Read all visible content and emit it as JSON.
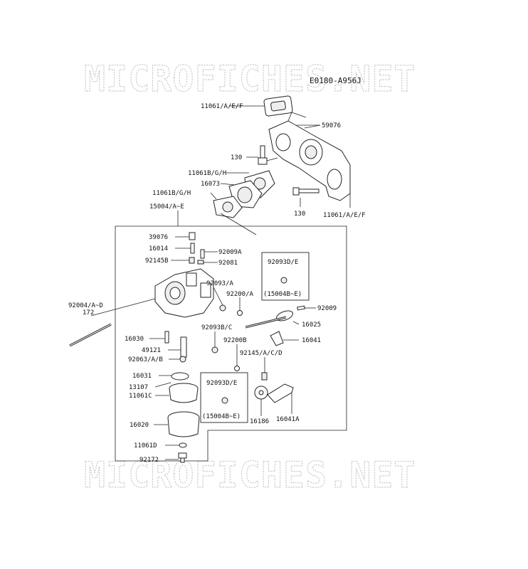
{
  "watermark": {
    "text": "MICROFICHES.NET"
  },
  "diagram_code": "E0180-A956J",
  "labels": {
    "gasket_top": "11061/A/E/F",
    "manifold": "59076",
    "bolt_130_upper": "130",
    "gasket_bgh_upper": "11061B/G/H",
    "insulator": "16073",
    "gasket_bgh_lower": "11061B/G/H",
    "bolt_130_lower": "130",
    "gasket_right": "11061/A/E/F",
    "carb_assembly": "15004/A~E",
    "cap_39076": "39076",
    "jet_16014": "16014",
    "screw_92009a": "92009A",
    "spring_92145b": "92145B",
    "ring_92081": "92081",
    "box1_ref": "92093D/E",
    "box1_note": "(15004B~E)",
    "oring_92093a": "92093/A",
    "washer_92200a": "92200/A",
    "screw_92009": "92009",
    "stud_92004": "92004/A~D",
    "stud_172": "172",
    "plate_16025": "16025",
    "screw_16030": "16030",
    "oring_92093bc": "92093B/C",
    "washer_92200b": "92200B",
    "lever_16041": "16041",
    "tube_49121": "49121",
    "spring_92145acd": "92145/A/C/D",
    "nut_92063": "92063/A/B",
    "float_16031": "16031",
    "pin_13107": "13107",
    "gasket_11061c": "11061C",
    "box2_ref": "92093D/E",
    "box2_note": "(15004B~E)",
    "bowl_16020": "16020",
    "collar_16186": "16186",
    "arm_16041a": "16041A",
    "gasket_11061d": "11061D",
    "bolt_92172": "92172"
  }
}
